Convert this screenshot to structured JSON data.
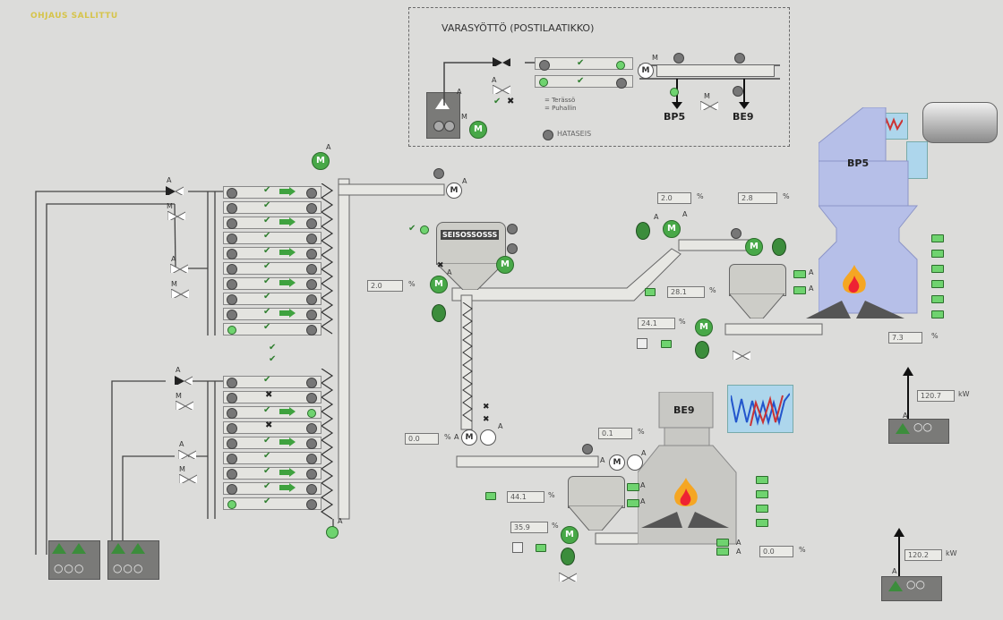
{
  "status": {
    "text": "OHJAUS SALLITTU",
    "color": "#d6c44a"
  },
  "reserve_feed": {
    "title": "VARASYÖTTÖ (POSTILAATIKKO)",
    "legend": [
      "= Terässö",
      "= Puhallin"
    ],
    "alarm_label": "HATASEIS",
    "dest_left": "BP5",
    "dest_right": "BE9"
  },
  "boilers": {
    "bp5": {
      "label": "BP5"
    },
    "be9": {
      "label": "BE9"
    }
  },
  "silo": {
    "label": "SEISOSSOSSS"
  },
  "readouts": {
    "r1": {
      "value": "2.0",
      "unit": "%"
    },
    "r2": {
      "value": "2.8",
      "unit": "%"
    },
    "r3": {
      "value": "2.0",
      "unit": "%"
    },
    "r4": {
      "value": "28.1",
      "unit": "%"
    },
    "r5": {
      "value": "24.1",
      "unit": "%"
    },
    "r6": {
      "value": "0.0",
      "unit": "%"
    },
    "r7": {
      "value": "0.1",
      "unit": "%"
    },
    "r8": {
      "value": "44.1",
      "unit": "%"
    },
    "r9": {
      "value": "35.9",
      "unit": "%"
    },
    "r10": {
      "value": "7.3",
      "unit": "%"
    },
    "r11": {
      "value": "0.0",
      "unit": "%"
    },
    "r12": {
      "value": "120.7",
      "unit": "kW"
    },
    "r13": {
      "value": "120.2",
      "unit": "kW"
    }
  },
  "labels": {
    "a": "A",
    "m": "M",
    "motor": "M"
  },
  "colors": {
    "accent_green": "#48a848",
    "panel_grey": "#7a7a78",
    "tank_blue": "#b6bfe8",
    "trend_blue": "#add6ec",
    "flame": "#f5a623"
  }
}
